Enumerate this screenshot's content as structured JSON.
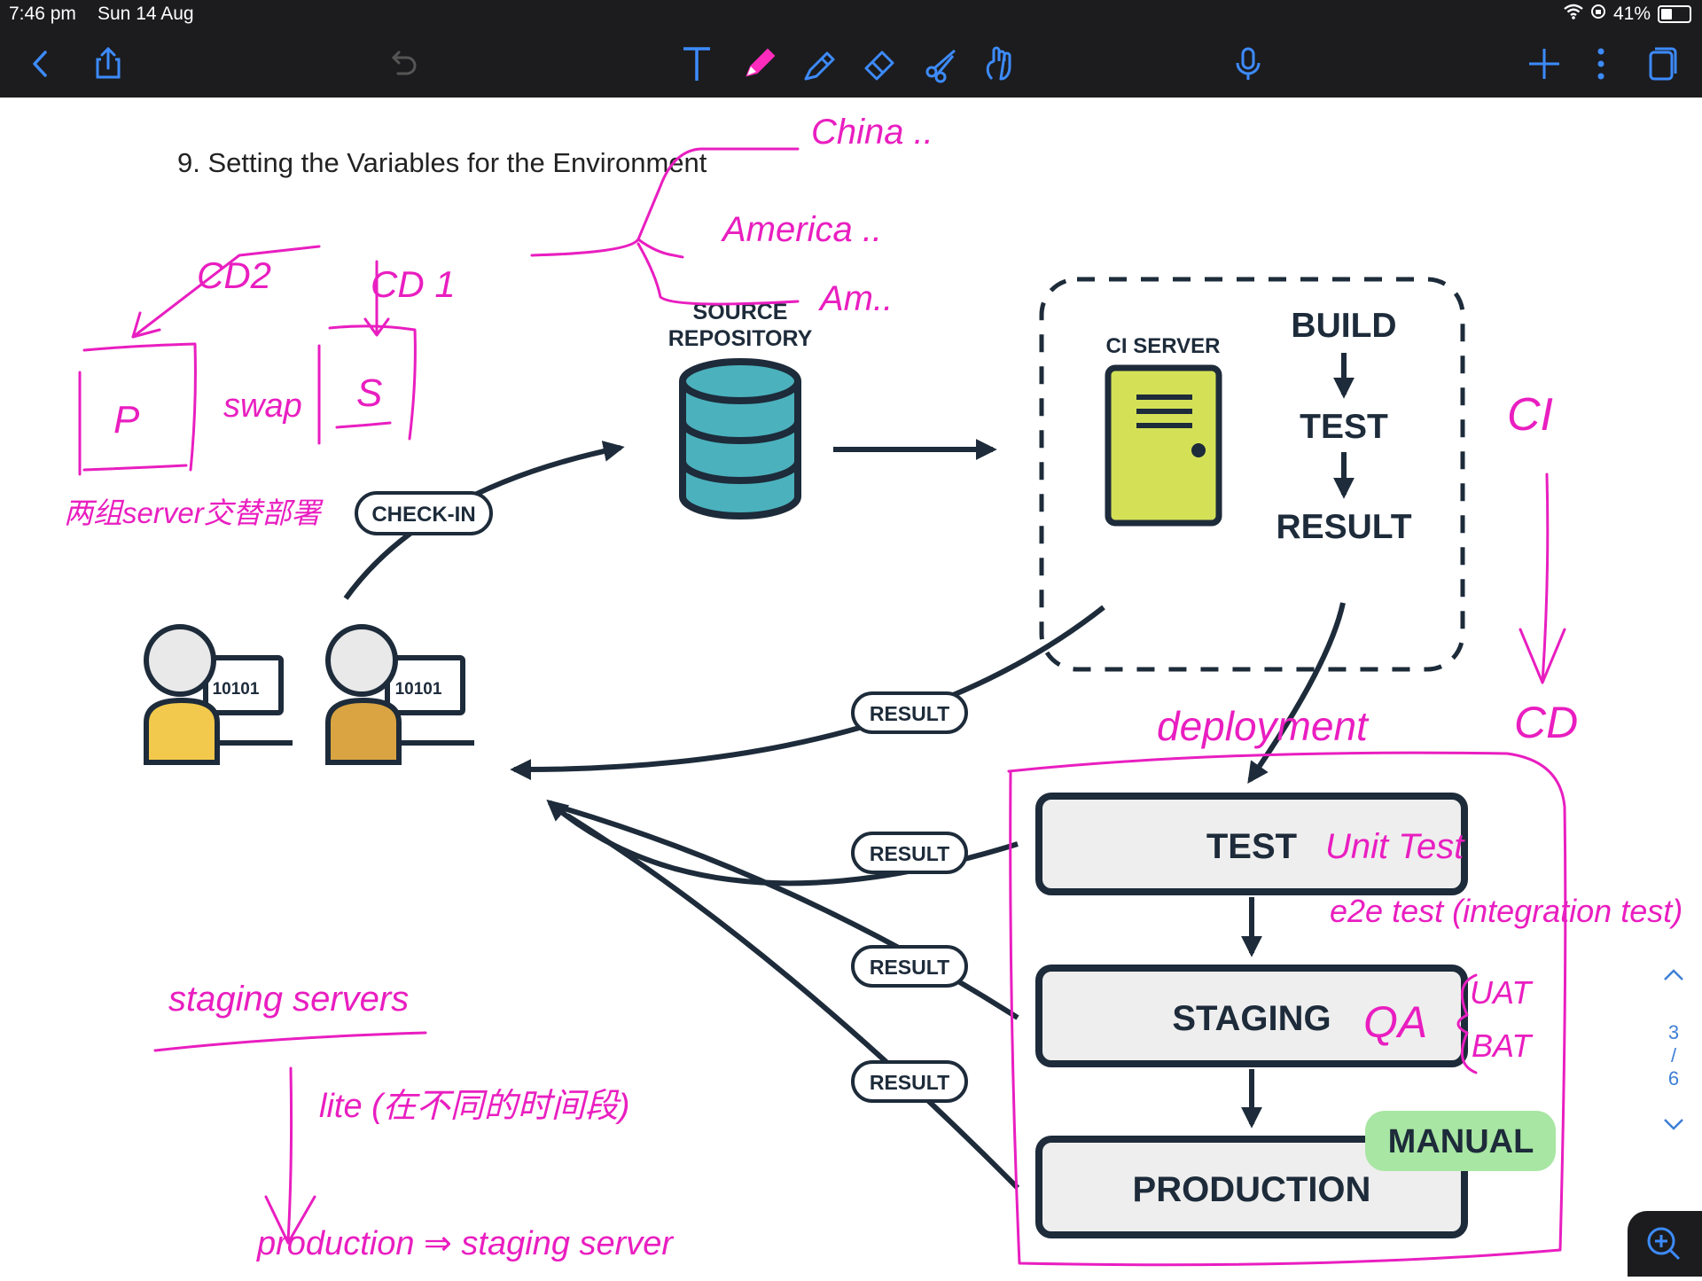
{
  "status_bar": {
    "time": "7:46 pm",
    "date": "Sun 14 Aug",
    "battery": "41%"
  },
  "toolbar": {
    "left": [
      "back-icon",
      "share-icon",
      "undo-icon"
    ],
    "center": [
      "text-tool-icon",
      "pen-icon",
      "highlighter-icon",
      "eraser-icon",
      "lasso-icon",
      "hand-icon"
    ],
    "right": [
      "microphone-icon",
      "add-icon",
      "more-icon",
      "page-icon"
    ],
    "accent": "#ff2bbd"
  },
  "document": {
    "title": "9. Setting the Variables for the Environment"
  },
  "diagram": {
    "source_repository": [
      "SOURCE",
      "REPOSITORY"
    ],
    "ci_server": "CI SERVER",
    "build": "BUILD",
    "test": "TEST",
    "result": "RESULT",
    "check_in": "CHECK-IN",
    "laptop_code": "10101",
    "result_badge": "RESULT",
    "stages": [
      "TEST",
      "STAGING",
      "PRODUCTION"
    ],
    "manual": "MANUAL",
    "colors": {
      "navy": "#1d2b3a",
      "teal": "#4bb1bd",
      "server": "#d4e157",
      "stage_fill": "#eeeeee",
      "manual": "#a8e6a3",
      "person1": "#f2c94c",
      "person2": "#d9a441"
    }
  },
  "annotations": {
    "color": "#e91ec0",
    "env_branches": [
      "China ..",
      "America ..",
      "Am.."
    ],
    "cd2": "CD2",
    "cd1": "CD 1",
    "box_p": "P",
    "swap": "swap",
    "box_s": "S",
    "two_servers": "两组server交替部署",
    "ci": "CI",
    "cd": "CD",
    "deployment": "deployment",
    "unit_test": "Unit Test",
    "e2e_test": "e2e test (integration test)",
    "qa": "QA",
    "uat": "UAT",
    "bat": "BAT",
    "staging_servers": "staging servers",
    "lite": "lite (在不同的时间段)",
    "production_staging": "production ⇒ staging server"
  },
  "page_nav": {
    "current": "3",
    "separator": "/",
    "total": "6"
  }
}
